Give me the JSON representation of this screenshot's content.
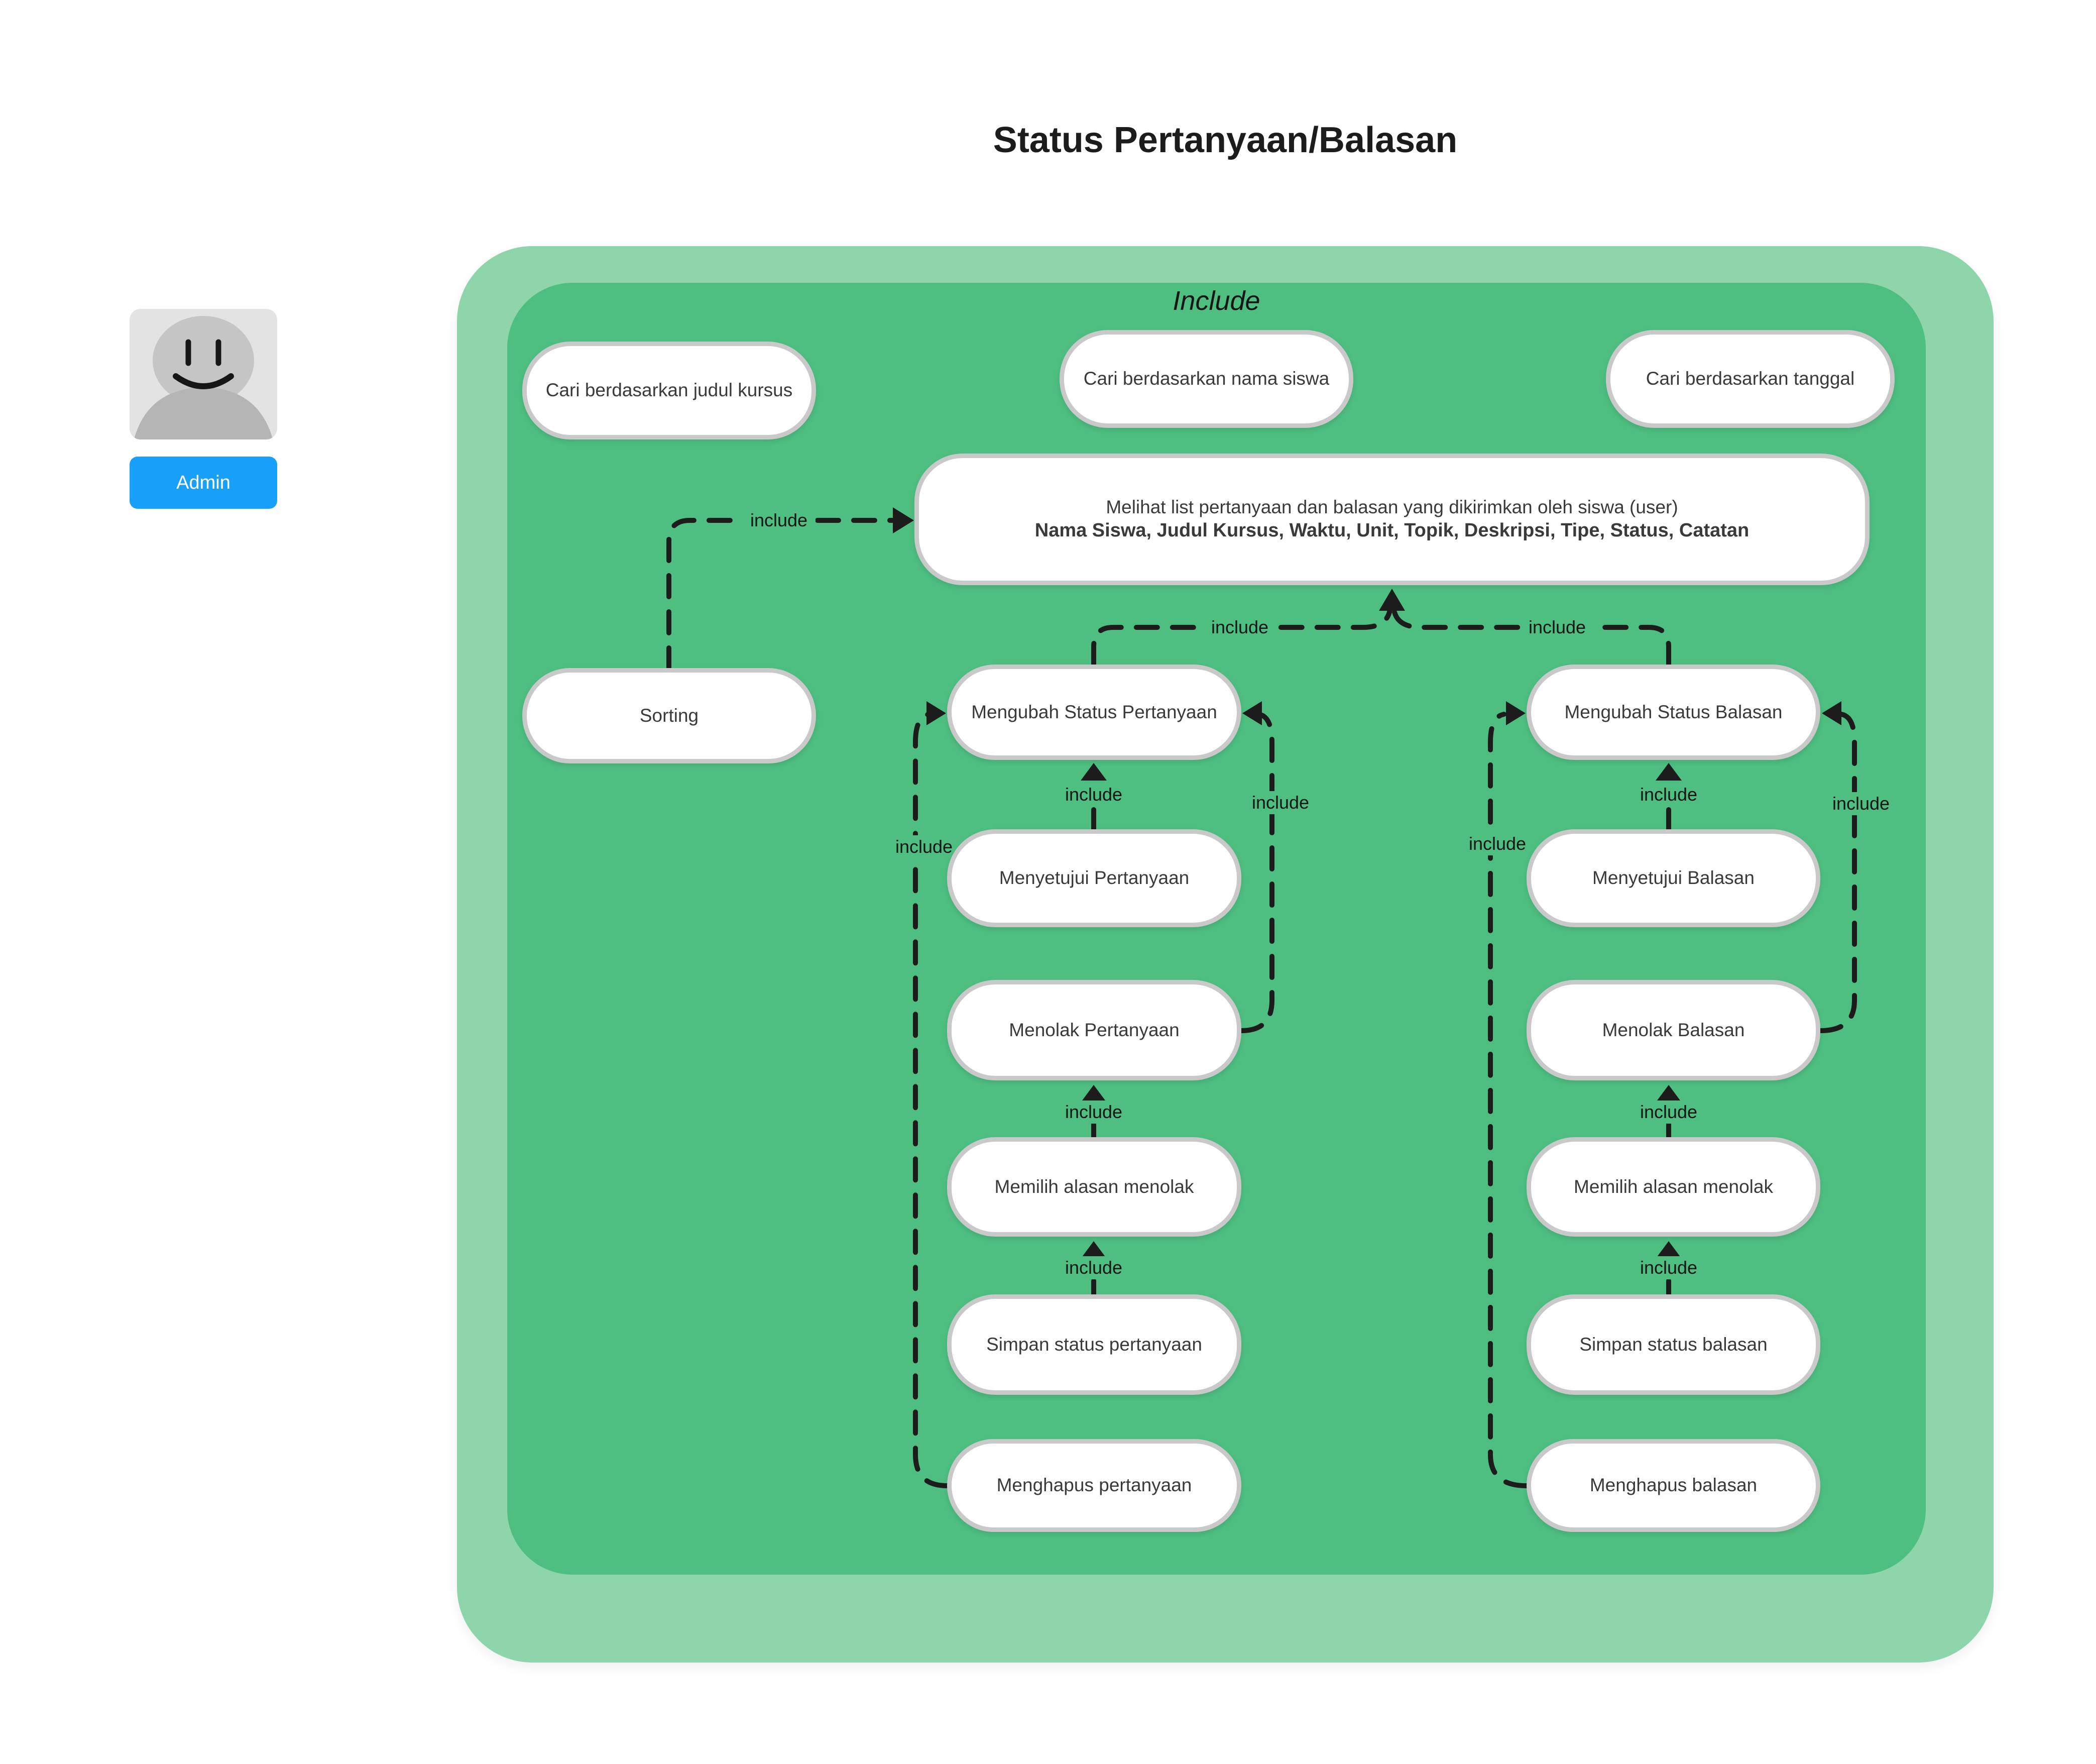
{
  "title": "Status Pertanyaan/Balasan",
  "actor": {
    "label": "Admin",
    "avatar_icon": "person-avatar-icon"
  },
  "boundary": {
    "label": "Include"
  },
  "include_label": "include",
  "colors": {
    "outer_boundary": "#8fd5ab",
    "inner_boundary": "#4ebf81",
    "node_bg": "#ffffff",
    "node_border": "#c9c9c9",
    "connector": "#1c1c1c",
    "actor_button": "#18a0fb"
  },
  "nodes": {
    "cari_judul": "Cari berdasarkan judul kursus",
    "cari_nama": "Cari berdasarkan nama siswa",
    "cari_tanggal": "Cari berdasarkan tanggal",
    "melihat_line1": "Melihat list pertanyaan dan balasan yang dikirimkan oleh siswa (user)",
    "melihat_line2": "Nama Siswa, Judul Kursus, Waktu, Unit, Topik, Deskripsi, Tipe, Status, Catatan",
    "sorting": "Sorting",
    "mengubah_pertanyaan": "Mengubah Status Pertanyaan",
    "menyetujui_pertanyaan": "Menyetujui Pertanyaan",
    "menolak_pertanyaan": "Menolak Pertanyaan",
    "memilih_alasan_pertanyaan": "Memilih alasan menolak",
    "simpan_pertanyaan": "Simpan status pertanyaan",
    "menghapus_pertanyaan": "Menghapus pertanyaan",
    "mengubah_balasan": "Mengubah Status Balasan",
    "menyetujui_balasan": "Menyetujui Balasan",
    "menolak_balasan": "Menolak Balasan",
    "memilih_alasan_balasan": "Memilih alasan menolak",
    "simpan_balasan": "Simpan status balasan",
    "menghapus_balasan": "Menghapus balasan"
  },
  "edges": [
    {
      "from": "Sorting",
      "to": "Melihat list pertanyaan dan balasan",
      "label": "include"
    },
    {
      "from": "Mengubah Status Pertanyaan",
      "to": "Melihat list pertanyaan dan balasan",
      "label": "include"
    },
    {
      "from": "Mengubah Status Balasan",
      "to": "Melihat list pertanyaan dan balasan",
      "label": "include"
    },
    {
      "from": "Menyetujui Pertanyaan",
      "to": "Mengubah Status Pertanyaan",
      "label": "include"
    },
    {
      "from": "Menolak Pertanyaan",
      "to": "Mengubah Status Pertanyaan",
      "label": "include"
    },
    {
      "from": "Memilih alasan menolak",
      "to": "Menolak Pertanyaan",
      "label": "include"
    },
    {
      "from": "Simpan status pertanyaan",
      "to": "Memilih alasan menolak",
      "label": "include"
    },
    {
      "from": "Menghapus pertanyaan",
      "to": "Mengubah Status Pertanyaan",
      "label": "include"
    },
    {
      "from": "Menyetujui Balasan",
      "to": "Mengubah Status Balasan",
      "label": "include"
    },
    {
      "from": "Menolak Balasan",
      "to": "Mengubah Status Balasan",
      "label": "include"
    },
    {
      "from": "Memilih alasan menolak",
      "to": "Menolak Balasan",
      "label": "include"
    },
    {
      "from": "Simpan status balasan",
      "to": "Memilih alasan menolak",
      "label": "include"
    },
    {
      "from": "Menghapus balasan",
      "to": "Mengubah Status Balasan",
      "label": "include"
    }
  ]
}
